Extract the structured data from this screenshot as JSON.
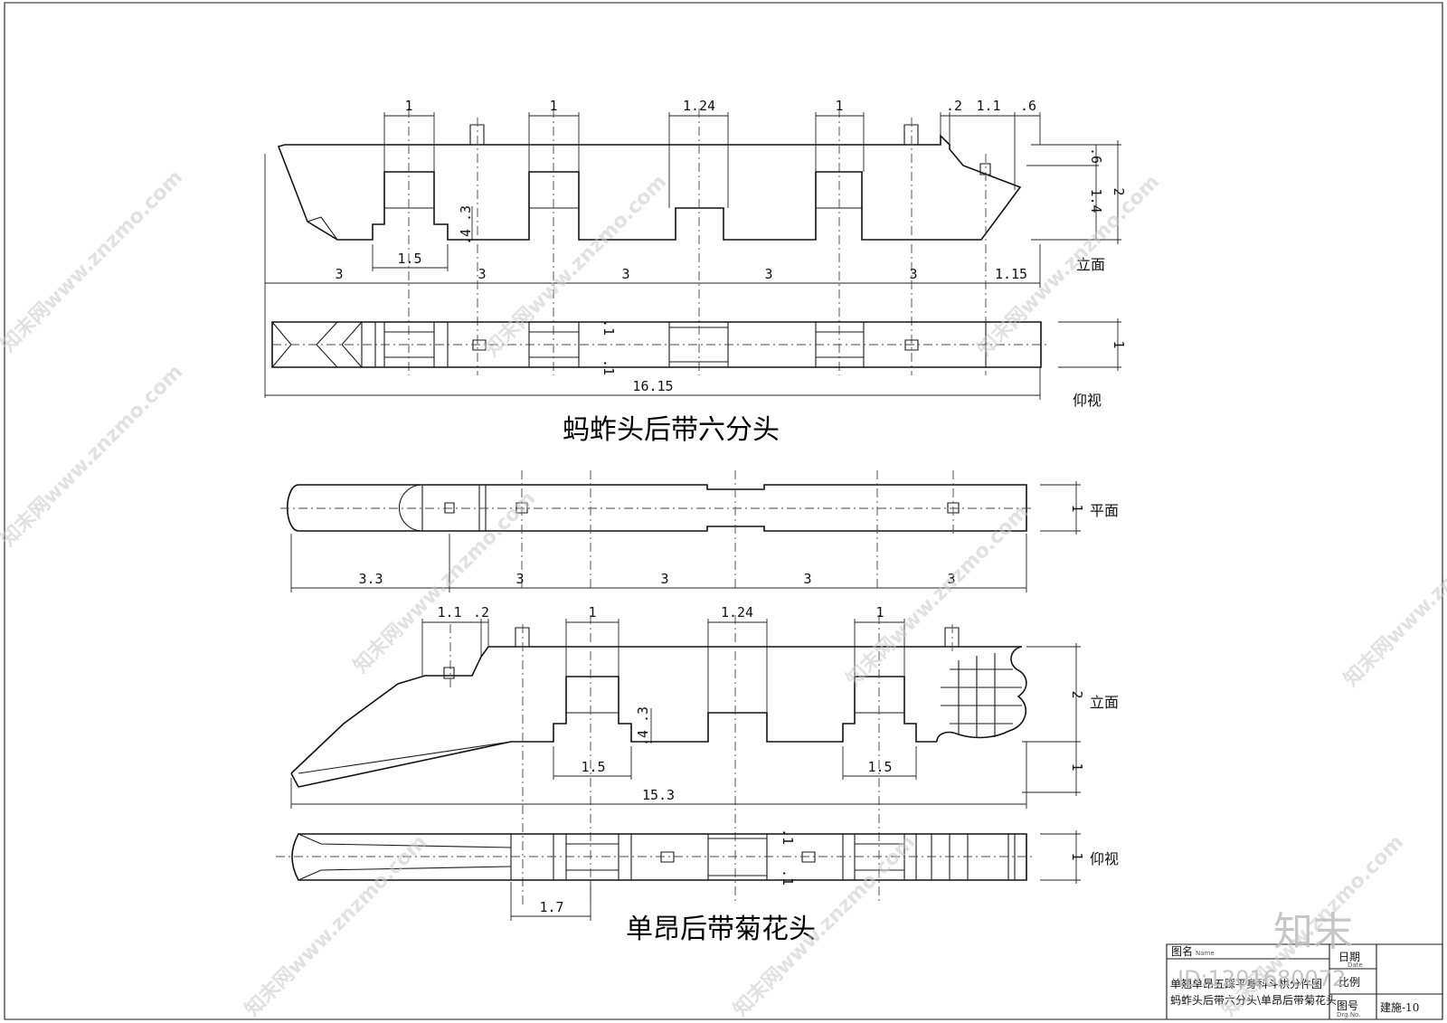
{
  "drawing_1": {
    "title": "蚂蚱头后带六分头",
    "elevation_label": "立面",
    "bottom_view_label": "仰视",
    "top_dims": [
      "1",
      "1",
      "1.24",
      "1",
      ".2",
      "1.1",
      ".6"
    ],
    "bottom_dims": [
      "3",
      "3",
      "3",
      "3",
      "3",
      "1.15"
    ],
    "small_dims": [
      ".4",
      ".3",
      "1.5"
    ],
    "right_dims": [
      ".6",
      "1.4",
      "2"
    ],
    "bottom_view_dims": [
      "1",
      ".1",
      ".1"
    ],
    "total_length": "16.15"
  },
  "drawing_2": {
    "title": "单昂后带菊花头",
    "plan_label": "平面",
    "elevation_label": "立面",
    "bottom_view_label": "仰视",
    "plan_dims": [
      "3.3",
      "3",
      "3",
      "3",
      "3"
    ],
    "plan_width": "1",
    "top_dims": [
      "1.1",
      ".2",
      "1",
      "1.24",
      "1"
    ],
    "small_dims": [
      ".4",
      ".3",
      "1.5",
      "1.5"
    ],
    "right_dims": [
      "2",
      "1"
    ],
    "total_length": "15.3",
    "bottom_view_dims": [
      "1",
      ".1",
      ".1",
      "1.7"
    ]
  },
  "title_block": {
    "name_label": "图名",
    "name_label_en": "Name",
    "drawing_name_1": "单翘单昂五踩平身科斗栱分件图",
    "drawing_name_2": "蚂蚱头后带六分头\\单昂后带菊花头",
    "date_label": "日期",
    "date_label_en": "Date",
    "scale_label": "比例",
    "number_label": "图号",
    "number_label_en": "Drg.No.",
    "number_value": "建施-10"
  },
  "watermarks": {
    "site_text": "知末网www.znzmo.com",
    "brand": "知末",
    "id_text": "ID:1201680072"
  }
}
